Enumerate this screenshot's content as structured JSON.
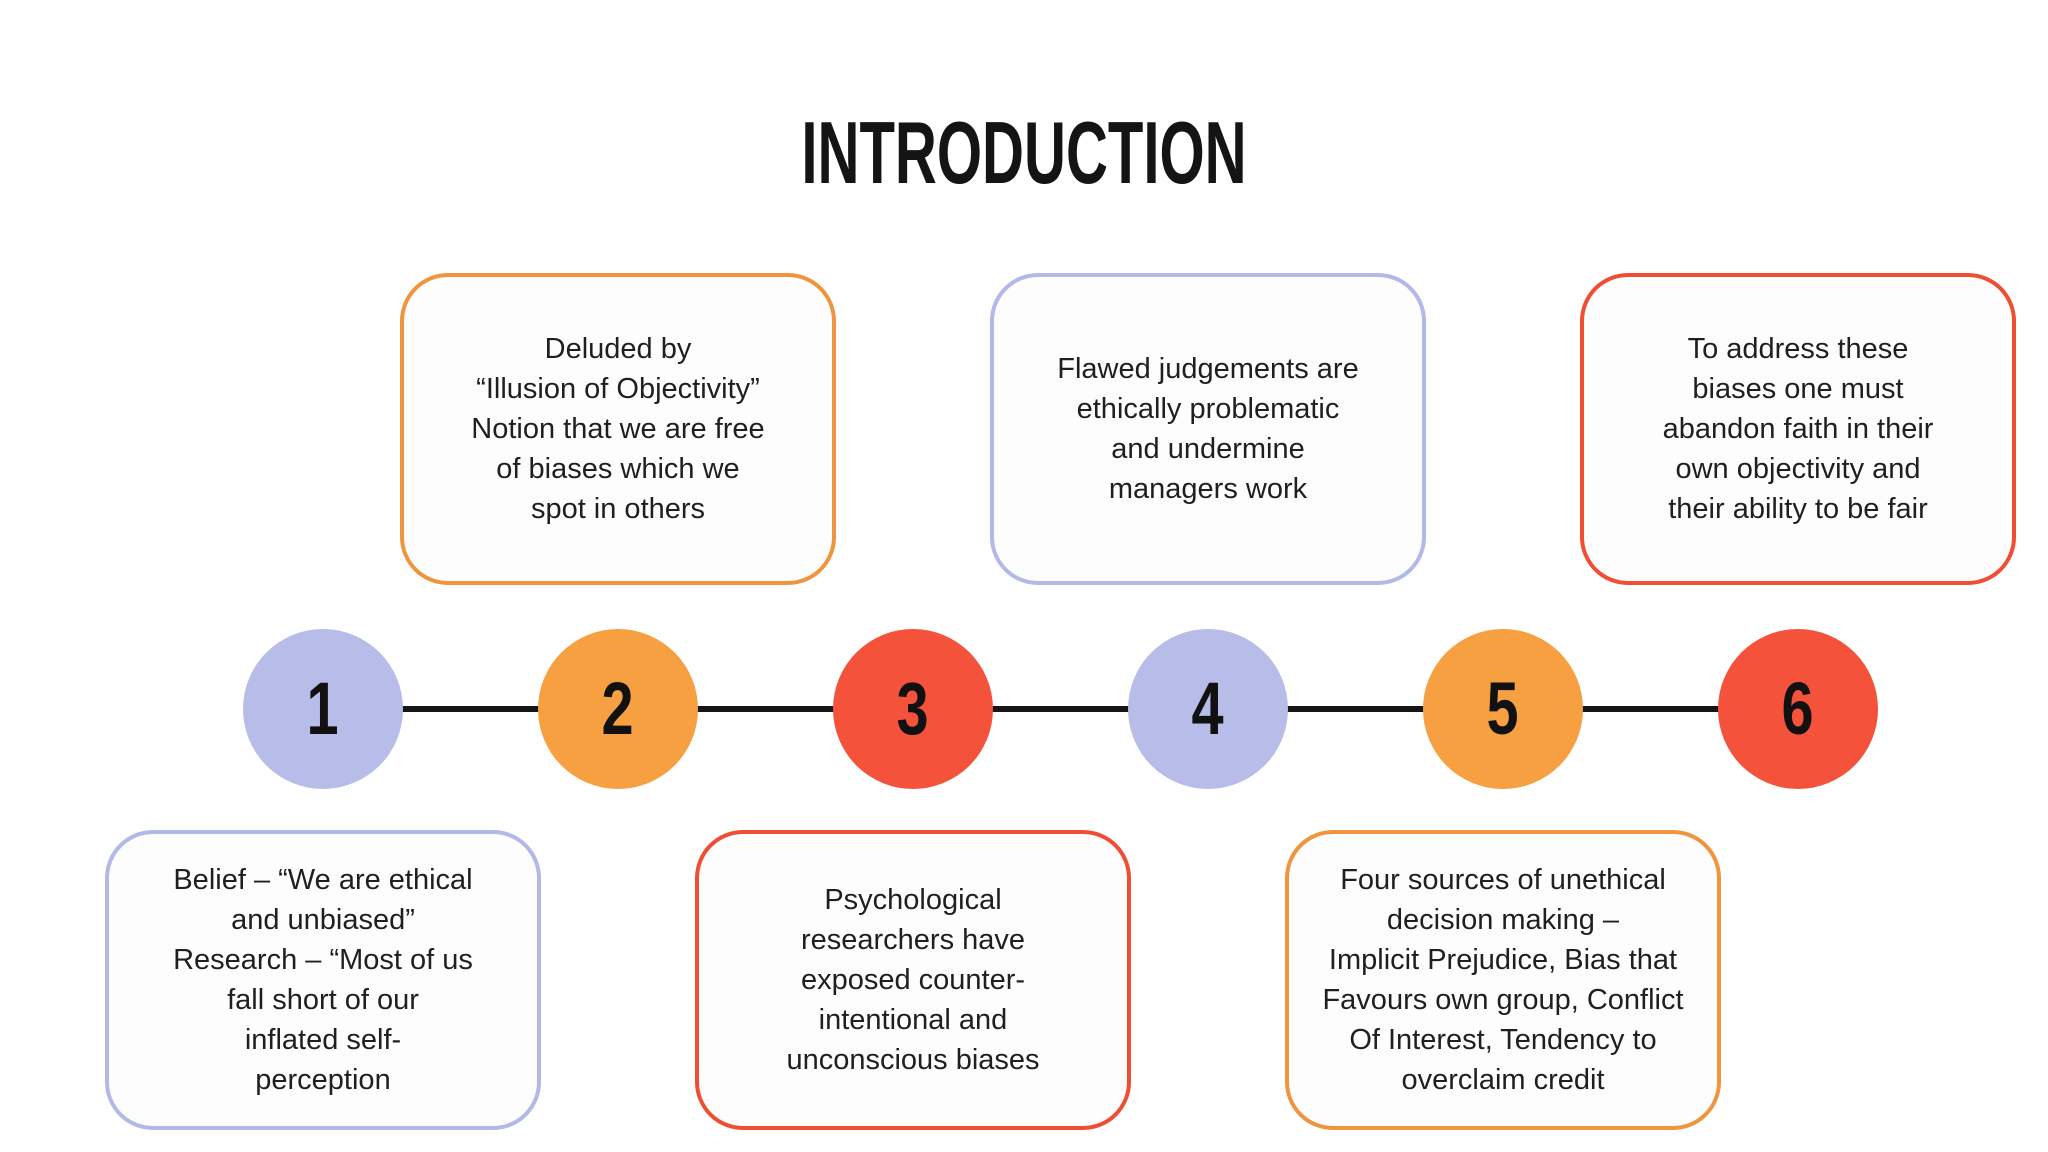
{
  "title": "INTRODUCTION",
  "colors": {
    "lavender": "#b7bce9",
    "orange": "#f6a041",
    "red": "#f4523a",
    "line": "#151515",
    "box_fill": "#fdfdfd"
  },
  "steps": [
    {
      "number": "1",
      "accent": "#b7bce9",
      "note_border": "#b2b8e8",
      "note_position": "below",
      "note": "Belief – “We are ethical\nand unbiased”\nResearch – “Most of us\nfall short of our\ninflated self-\nperception"
    },
    {
      "number": "2",
      "accent": "#f6a041",
      "note_border": "#f0953f",
      "note_position": "above",
      "note": "Deluded by\n“Illusion of Objectivity”\nNotion that we are free\nof biases which we\nspot in others"
    },
    {
      "number": "3",
      "accent": "#f4523a",
      "note_border": "#ef4e35",
      "note_position": "below",
      "note": "Psychological\nresearchers have\nexposed counter-\nintentional and\nunconscious biases"
    },
    {
      "number": "4",
      "accent": "#b7bce9",
      "note_border": "#b2b8e8",
      "note_position": "above",
      "note": "Flawed judgements are\nethically problematic\nand undermine\nmanagers work"
    },
    {
      "number": "5",
      "accent": "#f6a041",
      "note_border": "#f0953f",
      "note_position": "below",
      "note": "Four sources of unethical\ndecision making –\nImplicit Prejudice, Bias that\nFavours own group, Conflict\nOf Interest, Tendency to\noverclaim credit"
    },
    {
      "number": "6",
      "accent": "#f4523a",
      "note_border": "#ef4e35",
      "note_position": "above",
      "note": "To address these\nbiases one must\nabandon faith in their\nown objectivity and\ntheir ability to be fair"
    }
  ]
}
